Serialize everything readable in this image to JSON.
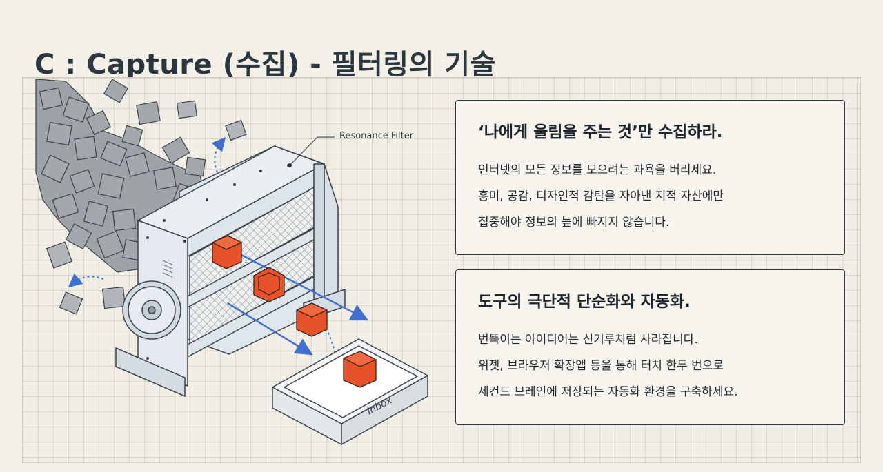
{
  "page": {
    "title": "C : Capture (수집) - 필터링의 기술"
  },
  "illustration": {
    "filter_label": "Resonance Filter",
    "inbox_label": "Inbox",
    "colors": {
      "accent_cube": "#e8522a",
      "arrow_blue": "#3f6fd0",
      "raw_cube": "#a4a8ad"
    }
  },
  "cards": [
    {
      "heading": "‘나에게 울림을 주는 것’만 수집하라.",
      "lines": [
        "인터넷의 모든 정보를 모으려는 과욕을 버리세요.",
        "흥미, 공감, 디자인적 감탄을 자아낸 지적 자산에만",
        "집중해야 정보의 늪에 빠지지 않습니다."
      ]
    },
    {
      "heading": "도구의 극단적 단순화와 자동화.",
      "lines": [
        "번뜩이는 아이디어는 신기루처럼 사라집니다.",
        "위젯, 브라우저 확장앱 등을 통해 터치 한두 번으로",
        "세컨드 브레인에 저장되는 자동화 환경을 구축하세요."
      ]
    }
  ]
}
